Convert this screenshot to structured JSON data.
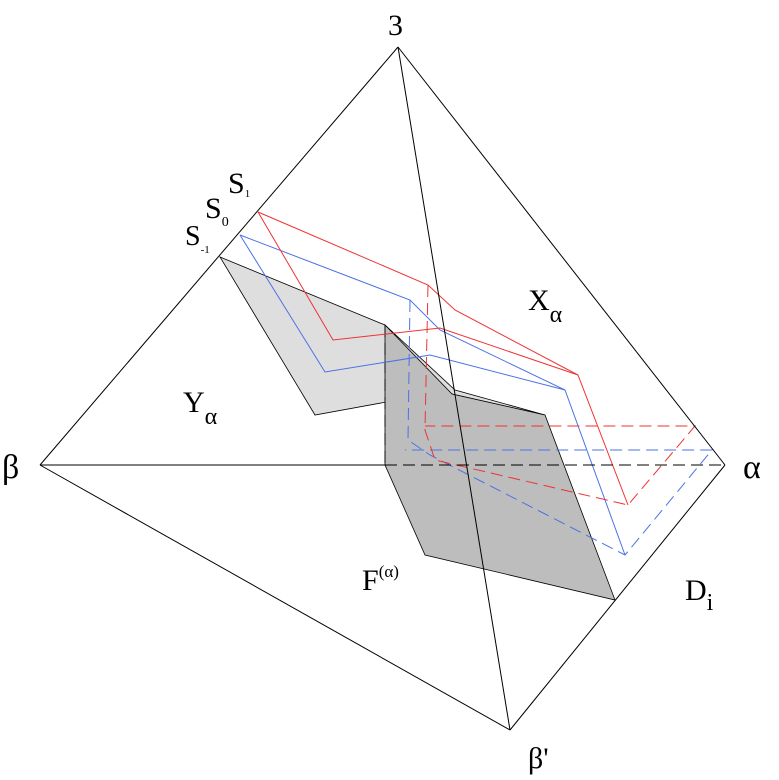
{
  "vertices": {
    "top": "3",
    "left": "β",
    "right": "α",
    "bottom": "β'"
  },
  "regions": {
    "upper_right": {
      "main": "X",
      "sub": "α"
    },
    "left": {
      "main": "Y",
      "sub": "α"
    },
    "face": {
      "main": "F",
      "sup": "(α)"
    },
    "lower_right": {
      "main": "D",
      "sub": "i"
    }
  },
  "surfaces": [
    {
      "main": "S",
      "sub": "1",
      "color": "#ee1111"
    },
    {
      "main": "S",
      "sub": "0",
      "color": "#1a1aee"
    },
    {
      "main": "S",
      "sub": "-1",
      "color": "#909090"
    }
  ],
  "colors": {
    "edges": "#000000",
    "shade_light": "#dedede",
    "shade_dark": "#bdbdbd",
    "red_lines": "#ee3333",
    "blue_lines": "#4a72e6"
  }
}
